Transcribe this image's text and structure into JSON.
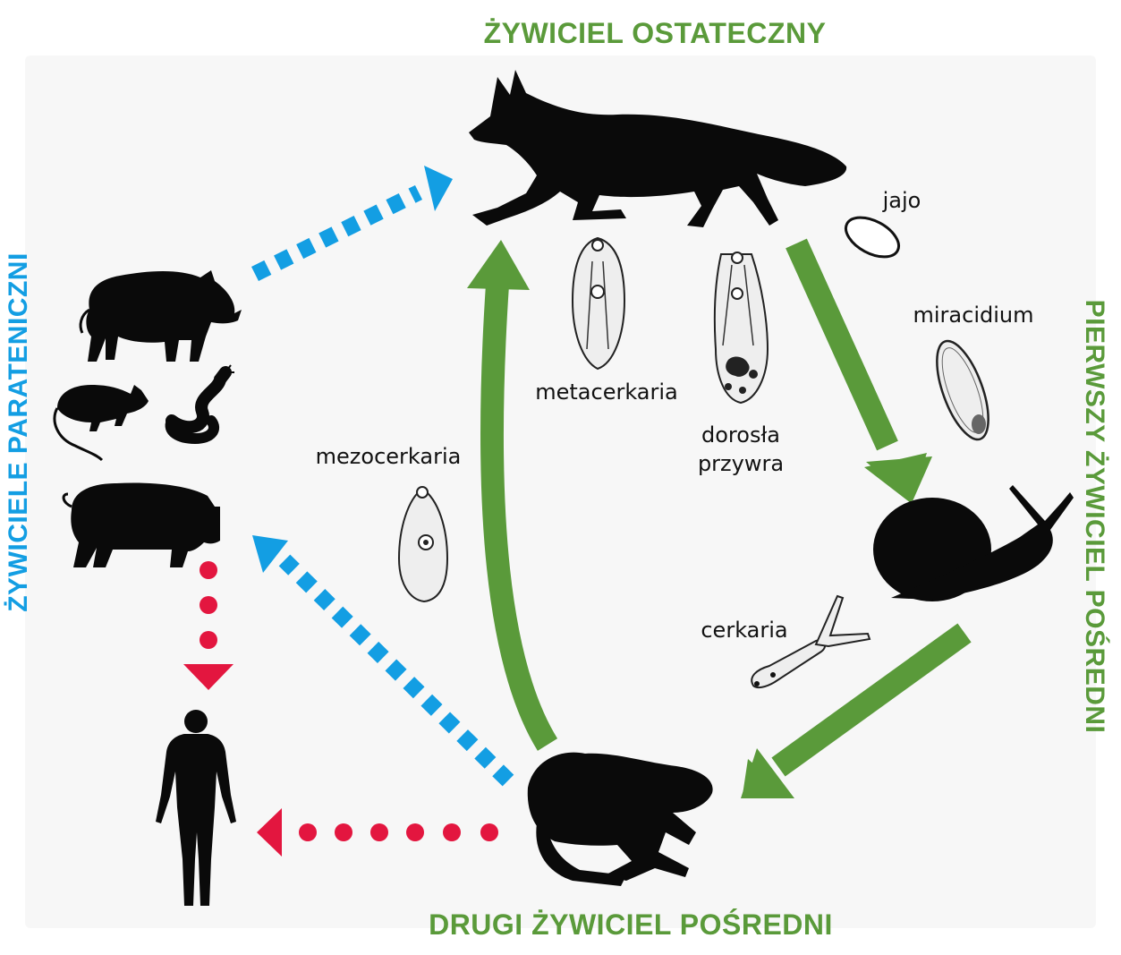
{
  "colors": {
    "green": "#5a9a3a",
    "blue": "#139ee3",
    "red": "#e3163f",
    "silhouette": "#0a0a0a",
    "stage_outline": "#222222",
    "stage_fill": "#eeeeee"
  },
  "headings": {
    "definitive_host": "ŻYWICIEL OSTATECZNY",
    "first_intermediate_host": "PIERWSZY ŻYWICIEL POŚREDNI",
    "second_intermediate_host": "DRUGI ŻYWICIEL POŚREDNI",
    "paratenic_hosts": "ŻYWICIELE PARATENICZNI"
  },
  "stages": {
    "egg": "jajo",
    "miracidium": "miracidium",
    "cercaria": "cerkaria",
    "mesocercaria": "mezocerkaria",
    "metacercaria": "metacerkaria",
    "adult_line1": "dorosła",
    "adult_line2": "przywra"
  },
  "icons": {
    "fox": "fox-silhouette-icon",
    "snail": "snail-silhouette-icon",
    "frog": "frog-silhouette-icon",
    "boar": "boar-silhouette-icon",
    "rat": "rat-silhouette-icon",
    "snake": "snake-silhouette-icon",
    "pig": "pig-silhouette-icon",
    "human": "human-silhouette-icon"
  }
}
